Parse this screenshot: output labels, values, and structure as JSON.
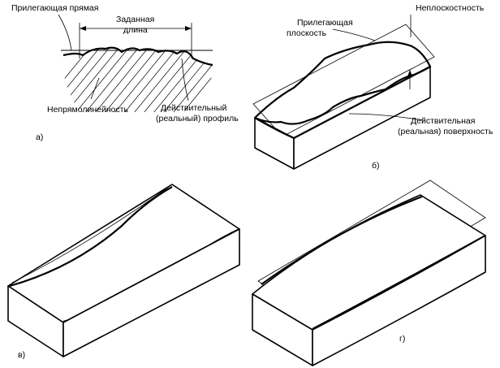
{
  "panel_a": {
    "label": "а)",
    "adjacent_line": "Прилегающая прямая",
    "given_length_1": "Заданная",
    "given_length_2": "длина",
    "non_straightness": "Непрямолинейность",
    "actual_profile_1": "Действительный",
    "actual_profile_2": "(реальный) профиль"
  },
  "panel_b": {
    "label": "б)",
    "adjacent_plane_1": "Прилегающая",
    "adjacent_plane_2": "плоскость",
    "non_flatness": "Неплоскостность",
    "actual_surface_1": "Действительная",
    "actual_surface_2": "(реальная) поверхность"
  },
  "panel_v": {
    "label": "в)"
  },
  "panel_g": {
    "label": "г)"
  }
}
